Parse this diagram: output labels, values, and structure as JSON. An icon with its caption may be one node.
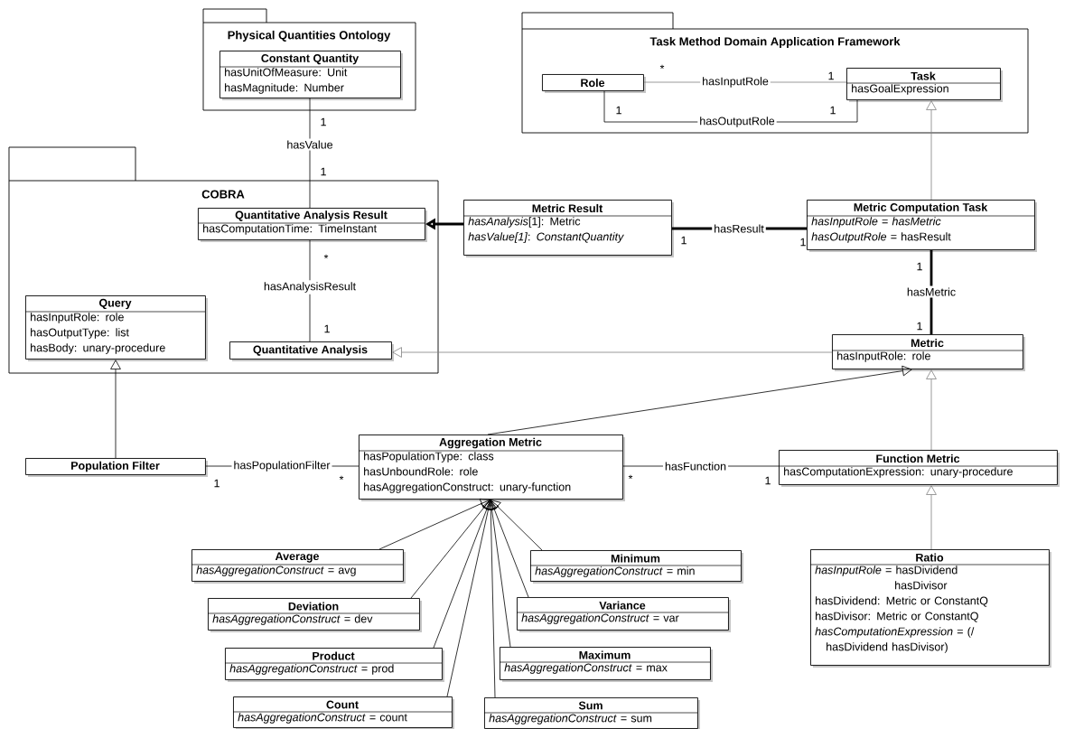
{
  "diagram": {
    "nodes": [
      {
        "text": [
          "Physical Quantities Ontology"
        ]
      },
      {
        "text": [
          "Constant Quantity",
          "hasUnitOfMeasure: Unit",
          "hasMagnitude: Number"
        ],
        "in": 0
      },
      {
        "text": [
          "Task Method Domain Application Framework"
        ]
      },
      {
        "text": [
          "Role"
        ],
        "in": 2
      },
      {
        "text": [
          "Task",
          "hasGoalExpression"
        ],
        "in": 2
      },
      {
        "text": [
          "COBRA"
        ]
      },
      {
        "text": [
          "Quantitative Analysis Result",
          "hasComputationTime: TimeInstant"
        ],
        "in": 5
      },
      {
        "text": [
          "Query",
          "hasInputRole: role",
          "hasOutputType: list",
          "hasBody: unary-procedure"
        ],
        "in": 5
      },
      {
        "text": [
          "Quantitative Analysis"
        ],
        "in": 5
      },
      {
        "text": [
          "Metric Result",
          "*hasAnalysis*[1]: Metric",
          "*hasValue[1]*: *ConstantQuantity*"
        ]
      },
      {
        "text": [
          "Metric Computation Task",
          "*hasInputRole* = *hasMetric*",
          "*hasOutputRole* = hasResult"
        ]
      },
      {
        "text": [
          "Metric",
          "hasInputRole: role"
        ]
      },
      {
        "text": [
          "Population Filter"
        ]
      },
      {
        "text": [
          "Aggregation Metric",
          "hasPopulationType: class",
          "hasUnboundRole: role",
          "hasAggregationConstruct: unary-function"
        ]
      },
      {
        "text": [
          "Function Metric",
          "hasComputationExpression: unary-procedure"
        ]
      },
      {
        "text": [
          "Average",
          "*hasAggregationConstruct* = avg"
        ]
      },
      {
        "text": [
          "Minimum",
          "*hasAggregationConstruct* = min"
        ]
      },
      {
        "text": [
          "Deviation",
          "*hasAggregationConstruct* = dev"
        ]
      },
      {
        "text": [
          "Variance",
          "*hasAggregationConstruct* = var"
        ]
      },
      {
        "text": [
          "Product",
          "*hasAggregationConstruct* = prod"
        ]
      },
      {
        "text": [
          "Maximum",
          "*hasAggregationConstruct* = max"
        ]
      },
      {
        "text": [
          "Count",
          "*hasAggregationConstruct* = count"
        ]
      },
      {
        "text": [
          "Sum",
          "*hasAggregationConstruct* = sum"
        ]
      },
      {
        "text": [
          "Ratio",
          "*hasInputRole* = hasDividend hasDivisor",
          "hasDividend: Metric or ConstantQ",
          "hasDivisor: Metric or ConstantQ",
          "*hasComputationExpression* = (/ hasDividend hasDivisor)"
        ]
      }
    ],
    "edges": [
      {
        "from": 1,
        "to": 6,
        "arrow": "none",
        "label": "hasValue"
      },
      {
        "from": 6,
        "to": 8,
        "arrow": "none",
        "label": "hasAnalysisResult"
      },
      {
        "from": 3,
        "to": 4,
        "arrow": "none",
        "label": "hasInputRole",
        "color": "#808080"
      },
      {
        "from": 3,
        "to": 4,
        "arrow": "none",
        "label": "hasOutputRole"
      },
      {
        "from": 9,
        "to": 6,
        "arrow": "to",
        "style": "thick"
      },
      {
        "from": 9,
        "to": 10,
        "arrow": "none",
        "label": "hasResult",
        "style": "thick"
      },
      {
        "from": 10,
        "to": 4,
        "arrow": "to",
        "color": "#808080"
      },
      {
        "from": 10,
        "to": 11,
        "arrow": "none",
        "label": "hasMetric",
        "style": "thick"
      },
      {
        "from": 11,
        "to": 8,
        "arrow": "to",
        "color": "#808080"
      },
      {
        "from": 12,
        "to": 7,
        "arrow": "to"
      },
      {
        "from": 12,
        "to": 13,
        "arrow": "none",
        "label": "hasPopulationFilter"
      },
      {
        "from": 13,
        "to": 11,
        "arrow": "to"
      },
      {
        "from": 13,
        "to": 14,
        "arrow": "none",
        "label": "hasFunction"
      },
      {
        "from": 14,
        "to": 11,
        "arrow": "to",
        "color": "#808080"
      },
      {
        "from": 23,
        "to": 14,
        "arrow": "to",
        "color": "#808080"
      },
      {
        "from": 15,
        "to": 13,
        "arrow": "to"
      },
      {
        "from": 16,
        "to": 13,
        "arrow": "to"
      },
      {
        "from": 17,
        "to": 13,
        "arrow": "to"
      },
      {
        "from": 18,
        "to": 13,
        "arrow": "to"
      },
      {
        "from": 19,
        "to": 13,
        "arrow": "to"
      },
      {
        "from": 20,
        "to": 13,
        "arrow": "to"
      },
      {
        "from": 21,
        "to": 13,
        "arrow": "to"
      },
      {
        "from": 22,
        "to": 13,
        "arrow": "to"
      }
    ],
    "labels": [
      "1",
      "1",
      "*",
      "1",
      "1",
      "1",
      "*",
      "1",
      "1",
      "1",
      "1",
      "1",
      "1",
      "*",
      "*",
      "1"
    ]
  }
}
